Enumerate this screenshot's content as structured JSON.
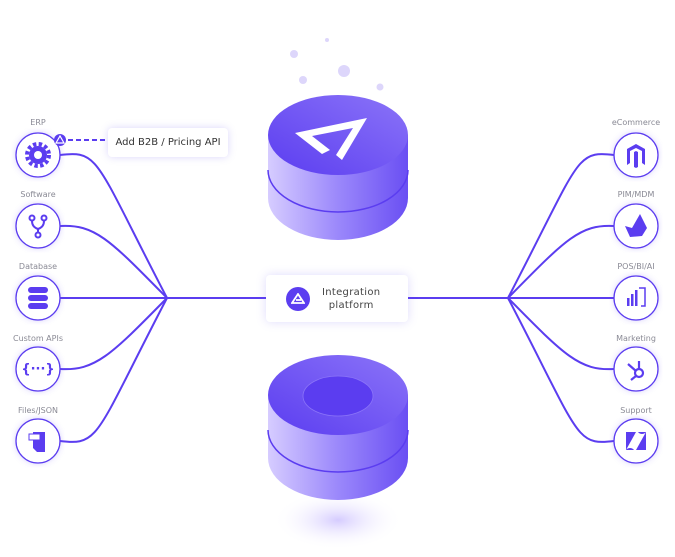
{
  "colors": {
    "accent": "#5b3df0",
    "line": "#5b3df0",
    "label": "#8a8a95"
  },
  "left_nodes": [
    {
      "label": "ERP",
      "icon": "gear-icon"
    },
    {
      "label": "Software",
      "icon": "git-branch-icon"
    },
    {
      "label": "Database",
      "icon": "database-icon"
    },
    {
      "label": "Custom APIs",
      "icon": "json-braces-icon"
    },
    {
      "label": "Files/JSON",
      "icon": "csv-file-icon"
    }
  ],
  "right_nodes": [
    {
      "label": "eCommerce",
      "icon": "magento-icon"
    },
    {
      "label": "PIM/MDM",
      "icon": "akeneo-icon"
    },
    {
      "label": "POS/BI/AI",
      "icon": "power-bi-icon"
    },
    {
      "label": "Marketing",
      "icon": "hubspot-icon"
    },
    {
      "label": "Support",
      "icon": "zendesk-icon"
    }
  ],
  "callout": {
    "text": "Add B2B / Pricing API"
  },
  "center": {
    "line1": "Integration",
    "line2": "platform"
  }
}
